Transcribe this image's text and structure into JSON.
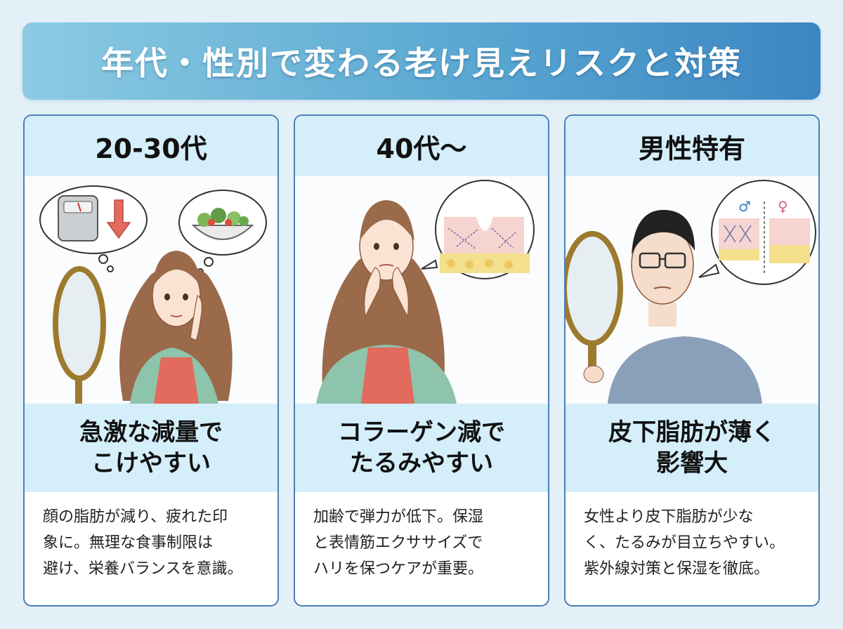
{
  "title": "年代・性別で変わる老け見えリスクと対策",
  "colors": {
    "banner_start": "#8ccbe3",
    "banner_end": "#3b86c2",
    "card_header": "#d4eefa",
    "card_border": "#4b7fb5",
    "background": "#e3f0f8"
  },
  "cards": [
    {
      "header": "20-30代",
      "headline": [
        "急激な減量で",
        "こけやすい"
      ],
      "body": [
        "顔の脂肪が減り、疲れた印",
        "象に。無理な食事制限は",
        "避け、栄養バランスを意識。"
      ],
      "illustration": "young-woman-dieting-illustration"
    },
    {
      "header": "40代〜",
      "headline": [
        "コラーゲン減で",
        "たるみやすい"
      ],
      "body": [
        "加齢で弾力が低下。保湿",
        "と表情筋エクササイズで",
        "ハリを保つケアが重要。"
      ],
      "illustration": "middle-aged-woman-sagging-skin-illustration"
    },
    {
      "header": "男性特有",
      "headline": [
        "皮下脂肪が薄く",
        "影響大"
      ],
      "body": [
        "女性より皮下脂肪が少な",
        "く、たるみが目立ちやすい。",
        "紫外線対策と保湿を徹底。"
      ],
      "illustration": "man-with-mirror-illustration",
      "symbols": [
        "♂",
        "♀"
      ]
    }
  ]
}
